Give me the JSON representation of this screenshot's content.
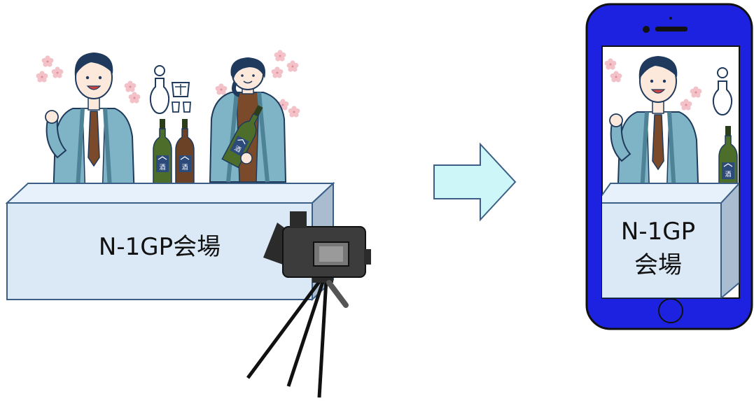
{
  "venue": {
    "label": "N-1GP会場",
    "bottle_label": "酒"
  },
  "phone": {
    "label_line1": "N-1GP",
    "label_line2": "会場"
  },
  "colors": {
    "box_front": "#dbe9f6",
    "box_top": "#e7f1fb",
    "box_side": "#a9bcd0",
    "box_stroke": "#3b5f86",
    "happi": "#7fb4c7",
    "happi_dark": "#4e8296",
    "hair": "#1f3a5c",
    "skin": "#fde9dc",
    "tie": "#7a4a2a",
    "bottle_green": "#4c6e2a",
    "bottle_brown": "#6b4225",
    "bottle_label": "#2c4a7a",
    "flower": "#f3c1c8",
    "arrow_fill": "#ccf6f8",
    "arrow_stroke": "#3b5f86",
    "phone_body": "#1c22e0",
    "phone_outline": "#111111",
    "camera": "#2b2b2b"
  },
  "icons": [
    "sake-bottle-icon",
    "sake-cup-icon",
    "cherry-blossom-icon",
    "video-camera-icon",
    "tripod-icon",
    "smartphone-icon",
    "arrow-right-icon"
  ]
}
